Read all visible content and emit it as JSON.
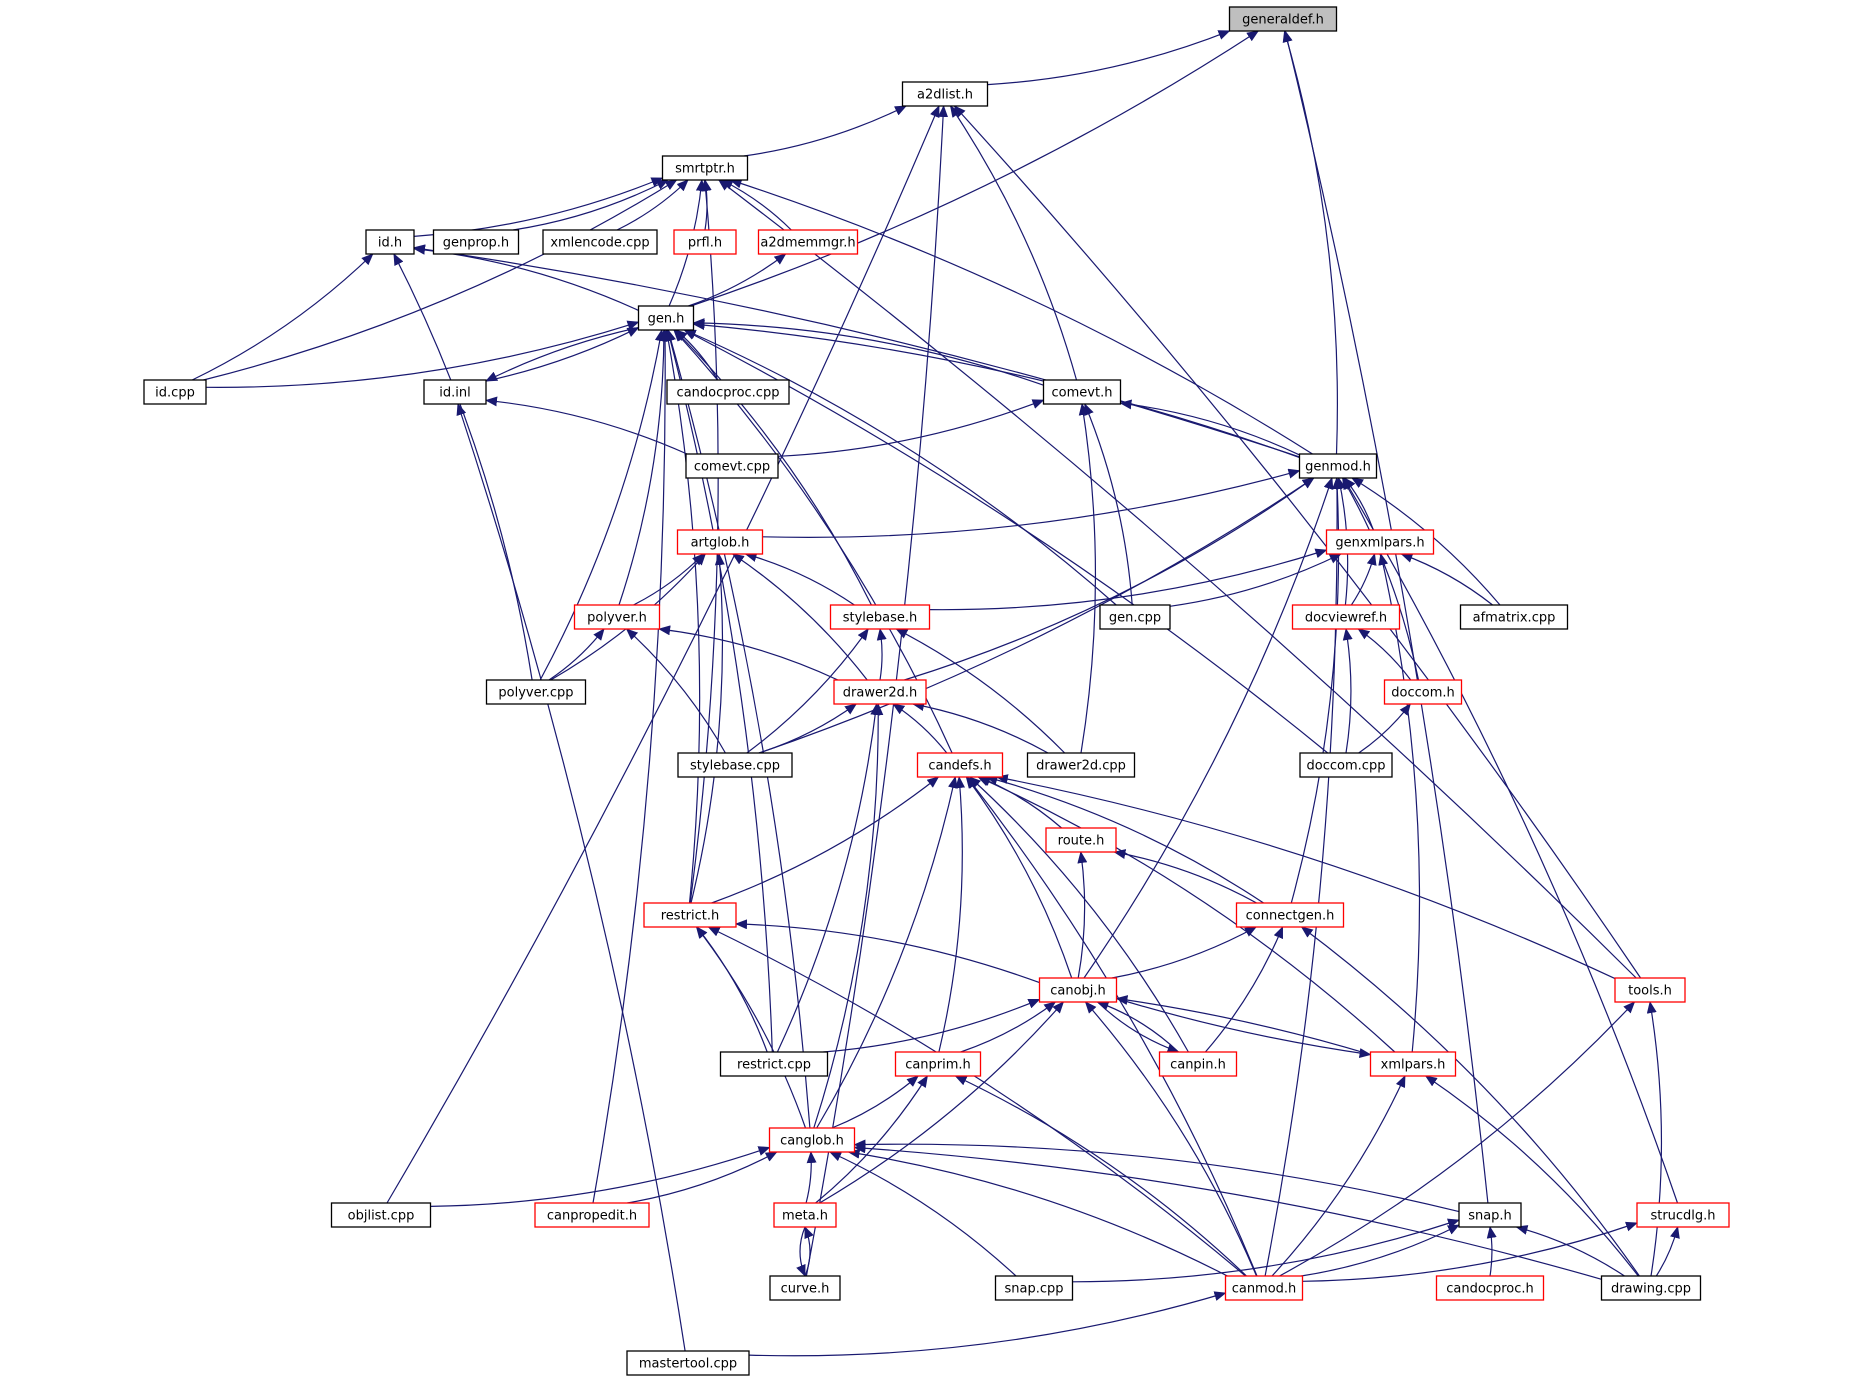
{
  "diagram": {
    "edge_color": "#191970",
    "node_border_normal": "#000000",
    "node_border_incomplete": "#ff0000",
    "root_fill": "#bfbfbf",
    "nodes": [
      {
        "id": "generaldef",
        "label": "generaldef.h",
        "style": "root"
      },
      {
        "id": "a2dlist",
        "label": "a2dlist.h",
        "style": "normal"
      },
      {
        "id": "smrtptr",
        "label": "smrtptr.h",
        "style": "normal"
      },
      {
        "id": "idh",
        "label": "id.h",
        "style": "normal"
      },
      {
        "id": "genprop",
        "label": "genprop.h",
        "style": "normal"
      },
      {
        "id": "xmlencode",
        "label": "xmlencode.cpp",
        "style": "normal"
      },
      {
        "id": "prfl",
        "label": "prfl.h",
        "style": "incomplete"
      },
      {
        "id": "a2dmemmgr",
        "label": "a2dmemmgr.h",
        "style": "incomplete"
      },
      {
        "id": "genh",
        "label": "gen.h",
        "style": "normal"
      },
      {
        "id": "idcpp",
        "label": "id.cpp",
        "style": "normal"
      },
      {
        "id": "idinl",
        "label": "id.inl",
        "style": "normal"
      },
      {
        "id": "candocproccpp",
        "label": "candocproc.cpp",
        "style": "normal"
      },
      {
        "id": "comevth",
        "label": "comevt.h",
        "style": "normal"
      },
      {
        "id": "comevtcpp",
        "label": "comevt.cpp",
        "style": "normal"
      },
      {
        "id": "genmod",
        "label": "genmod.h",
        "style": "normal"
      },
      {
        "id": "artglob",
        "label": "artglob.h",
        "style": "incomplete"
      },
      {
        "id": "genxmlpars",
        "label": "genxmlpars.h",
        "style": "incomplete"
      },
      {
        "id": "polyverh",
        "label": "polyver.h",
        "style": "incomplete"
      },
      {
        "id": "stylebaseh",
        "label": "stylebase.h",
        "style": "incomplete"
      },
      {
        "id": "gencpp",
        "label": "gen.cpp",
        "style": "normal"
      },
      {
        "id": "docviewref",
        "label": "docviewref.h",
        "style": "incomplete"
      },
      {
        "id": "afmatrix",
        "label": "afmatrix.cpp",
        "style": "normal"
      },
      {
        "id": "polyvercpp",
        "label": "polyver.cpp",
        "style": "normal"
      },
      {
        "id": "drawer2dh",
        "label": "drawer2d.h",
        "style": "incomplete"
      },
      {
        "id": "doccomh",
        "label": "doccom.h",
        "style": "incomplete"
      },
      {
        "id": "stylebasecpp",
        "label": "stylebase.cpp",
        "style": "normal"
      },
      {
        "id": "candefs",
        "label": "candefs.h",
        "style": "incomplete"
      },
      {
        "id": "drawer2dcpp",
        "label": "drawer2d.cpp",
        "style": "normal"
      },
      {
        "id": "doccomcpp",
        "label": "doccom.cpp",
        "style": "normal"
      },
      {
        "id": "routeh",
        "label": "route.h",
        "style": "incomplete"
      },
      {
        "id": "restricth",
        "label": "restrict.h",
        "style": "incomplete"
      },
      {
        "id": "connectgen",
        "label": "connectgen.h",
        "style": "incomplete"
      },
      {
        "id": "canobj",
        "label": "canobj.h",
        "style": "incomplete"
      },
      {
        "id": "toolsh",
        "label": "tools.h",
        "style": "incomplete"
      },
      {
        "id": "restrictcpp",
        "label": "restrict.cpp",
        "style": "normal"
      },
      {
        "id": "canprim",
        "label": "canprim.h",
        "style": "incomplete"
      },
      {
        "id": "canpin",
        "label": "canpin.h",
        "style": "incomplete"
      },
      {
        "id": "xmlpars",
        "label": "xmlpars.h",
        "style": "incomplete"
      },
      {
        "id": "canglob",
        "label": "canglob.h",
        "style": "incomplete"
      },
      {
        "id": "objlist",
        "label": "objlist.cpp",
        "style": "normal"
      },
      {
        "id": "canpropedit",
        "label": "canpropedit.h",
        "style": "incomplete"
      },
      {
        "id": "metah",
        "label": "meta.h",
        "style": "incomplete"
      },
      {
        "id": "snaph",
        "label": "snap.h",
        "style": "normal"
      },
      {
        "id": "strucdlg",
        "label": "strucdlg.h",
        "style": "incomplete"
      },
      {
        "id": "curveh",
        "label": "curve.h",
        "style": "normal"
      },
      {
        "id": "snapcpp",
        "label": "snap.cpp",
        "style": "normal"
      },
      {
        "id": "canmod",
        "label": "canmod.h",
        "style": "incomplete"
      },
      {
        "id": "candocproch",
        "label": "candocproc.h",
        "style": "incomplete"
      },
      {
        "id": "drawingcpp",
        "label": "drawing.cpp",
        "style": "normal"
      },
      {
        "id": "mastertool",
        "label": "mastertool.cpp",
        "style": "normal"
      }
    ],
    "edges": [
      [
        "a2dlist",
        "generaldef"
      ],
      [
        "genh",
        "generaldef"
      ],
      [
        "snaph",
        "generaldef"
      ],
      [
        "smrtptr",
        "a2dlist"
      ],
      [
        "comevth",
        "a2dlist"
      ],
      [
        "toolsh",
        "a2dlist"
      ],
      [
        "objlist",
        "a2dlist"
      ],
      [
        "curveh",
        "a2dlist"
      ],
      [
        "idh",
        "smrtptr"
      ],
      [
        "genprop",
        "smrtptr"
      ],
      [
        "xmlencode",
        "smrtptr"
      ],
      [
        "prfl",
        "smrtptr"
      ],
      [
        "a2dmemmgr",
        "smrtptr"
      ],
      [
        "genh",
        "smrtptr"
      ],
      [
        "idcpp",
        "smrtptr"
      ],
      [
        "restricth",
        "smrtptr"
      ],
      [
        "genmod",
        "smrtptr"
      ],
      [
        "toolsh",
        "smrtptr"
      ],
      [
        "genh",
        "idh"
      ],
      [
        "idcpp",
        "idh"
      ],
      [
        "polyvercpp",
        "idh"
      ],
      [
        "genmod",
        "idh"
      ],
      [
        "genh",
        "a2dmemmgr"
      ],
      [
        "idcpp",
        "genh"
      ],
      [
        "idinl",
        "genh"
      ],
      [
        "candocproccpp",
        "genh"
      ],
      [
        "comevth",
        "genh"
      ],
      [
        "genmod",
        "genh"
      ],
      [
        "polyverh",
        "genh"
      ],
      [
        "stylebaseh",
        "genh"
      ],
      [
        "gencpp",
        "genh"
      ],
      [
        "polyvercpp",
        "genh"
      ],
      [
        "doccomcpp",
        "genh"
      ],
      [
        "candefs",
        "genh"
      ],
      [
        "restricth",
        "genh"
      ],
      [
        "restrictcpp",
        "genh"
      ],
      [
        "canglob",
        "genh"
      ],
      [
        "canpropedit",
        "genh"
      ],
      [
        "genh",
        "idinl"
      ],
      [
        "comevtcpp",
        "idinl"
      ],
      [
        "mastertool",
        "idinl"
      ],
      [
        "comevtcpp",
        "comevth"
      ],
      [
        "genmod",
        "comevth"
      ],
      [
        "gencpp",
        "comevth"
      ],
      [
        "drawer2dcpp",
        "comevth"
      ],
      [
        "genmod",
        "generaldef"
      ],
      [
        "artglob",
        "genmod"
      ],
      [
        "genxmlpars",
        "genmod"
      ],
      [
        "docviewref",
        "genmod"
      ],
      [
        "afmatrix",
        "genmod"
      ],
      [
        "doccomh",
        "genmod"
      ],
      [
        "drawer2dh",
        "genmod"
      ],
      [
        "stylebasecpp",
        "genmod"
      ],
      [
        "canobj",
        "genmod"
      ],
      [
        "connectgen",
        "genmod"
      ],
      [
        "canmod",
        "genmod"
      ],
      [
        "strucdlg",
        "genmod"
      ],
      [
        "polyverh",
        "artglob"
      ],
      [
        "stylebaseh",
        "artglob"
      ],
      [
        "polyvercpp",
        "artglob"
      ],
      [
        "drawer2dh",
        "artglob"
      ],
      [
        "restricth",
        "artglob"
      ],
      [
        "gencpp",
        "genxmlpars"
      ],
      [
        "stylebaseh",
        "genxmlpars"
      ],
      [
        "docviewref",
        "genxmlpars"
      ],
      [
        "afmatrix",
        "genxmlpars"
      ],
      [
        "xmlpars",
        "genxmlpars"
      ],
      [
        "polyvercpp",
        "polyverh"
      ],
      [
        "drawer2dh",
        "polyverh"
      ],
      [
        "stylebasecpp",
        "polyverh"
      ],
      [
        "drawer2dh",
        "stylebaseh"
      ],
      [
        "stylebasecpp",
        "stylebaseh"
      ],
      [
        "drawer2dcpp",
        "stylebaseh"
      ],
      [
        "doccomh",
        "docviewref"
      ],
      [
        "doccomcpp",
        "docviewref"
      ],
      [
        "stylebasecpp",
        "drawer2dh"
      ],
      [
        "candefs",
        "drawer2dh"
      ],
      [
        "drawer2dcpp",
        "drawer2dh"
      ],
      [
        "restrictcpp",
        "drawer2dh"
      ],
      [
        "canglob",
        "drawer2dh"
      ],
      [
        "doccomcpp",
        "doccomh"
      ],
      [
        "routeh",
        "candefs"
      ],
      [
        "restricth",
        "candefs"
      ],
      [
        "connectgen",
        "candefs"
      ],
      [
        "canobj",
        "candefs"
      ],
      [
        "toolsh",
        "candefs"
      ],
      [
        "canprim",
        "candefs"
      ],
      [
        "canpin",
        "candefs"
      ],
      [
        "xmlpars",
        "candefs"
      ],
      [
        "canglob",
        "candefs"
      ],
      [
        "canmod",
        "candefs"
      ],
      [
        "connectgen",
        "routeh"
      ],
      [
        "canobj",
        "routeh"
      ],
      [
        "canobj",
        "restricth"
      ],
      [
        "restrictcpp",
        "restricth"
      ],
      [
        "canglob",
        "restricth"
      ],
      [
        "canmod",
        "restricth"
      ],
      [
        "canobj",
        "connectgen"
      ],
      [
        "canpin",
        "connectgen"
      ],
      [
        "drawingcpp",
        "connectgen"
      ],
      [
        "restrictcpp",
        "canobj"
      ],
      [
        "canprim",
        "canobj"
      ],
      [
        "canpin",
        "canobj"
      ],
      [
        "xmlpars",
        "canobj"
      ],
      [
        "metah",
        "canobj"
      ],
      [
        "canmod",
        "canobj"
      ],
      [
        "canobj",
        "canpin"
      ],
      [
        "canobj",
        "xmlpars"
      ],
      [
        "canmod",
        "toolsh"
      ],
      [
        "drawingcpp",
        "toolsh"
      ],
      [
        "canglob",
        "canprim"
      ],
      [
        "metah",
        "canprim"
      ],
      [
        "canmod",
        "canprim"
      ],
      [
        "canmod",
        "xmlpars"
      ],
      [
        "drawingcpp",
        "xmlpars"
      ],
      [
        "objlist",
        "canglob"
      ],
      [
        "canpropedit",
        "canglob"
      ],
      [
        "metah",
        "canglob"
      ],
      [
        "snaph",
        "canglob"
      ],
      [
        "snapcpp",
        "canglob"
      ],
      [
        "canmod",
        "canglob"
      ],
      [
        "drawingcpp",
        "canglob"
      ],
      [
        "curveh",
        "metah"
      ],
      [
        "metah",
        "curveh"
      ],
      [
        "snapcpp",
        "snaph"
      ],
      [
        "canmod",
        "snaph"
      ],
      [
        "candocproch",
        "snaph"
      ],
      [
        "drawingcpp",
        "snaph"
      ],
      [
        "canmod",
        "strucdlg"
      ],
      [
        "drawingcpp",
        "strucdlg"
      ],
      [
        "mastertool",
        "canmod"
      ]
    ]
  }
}
